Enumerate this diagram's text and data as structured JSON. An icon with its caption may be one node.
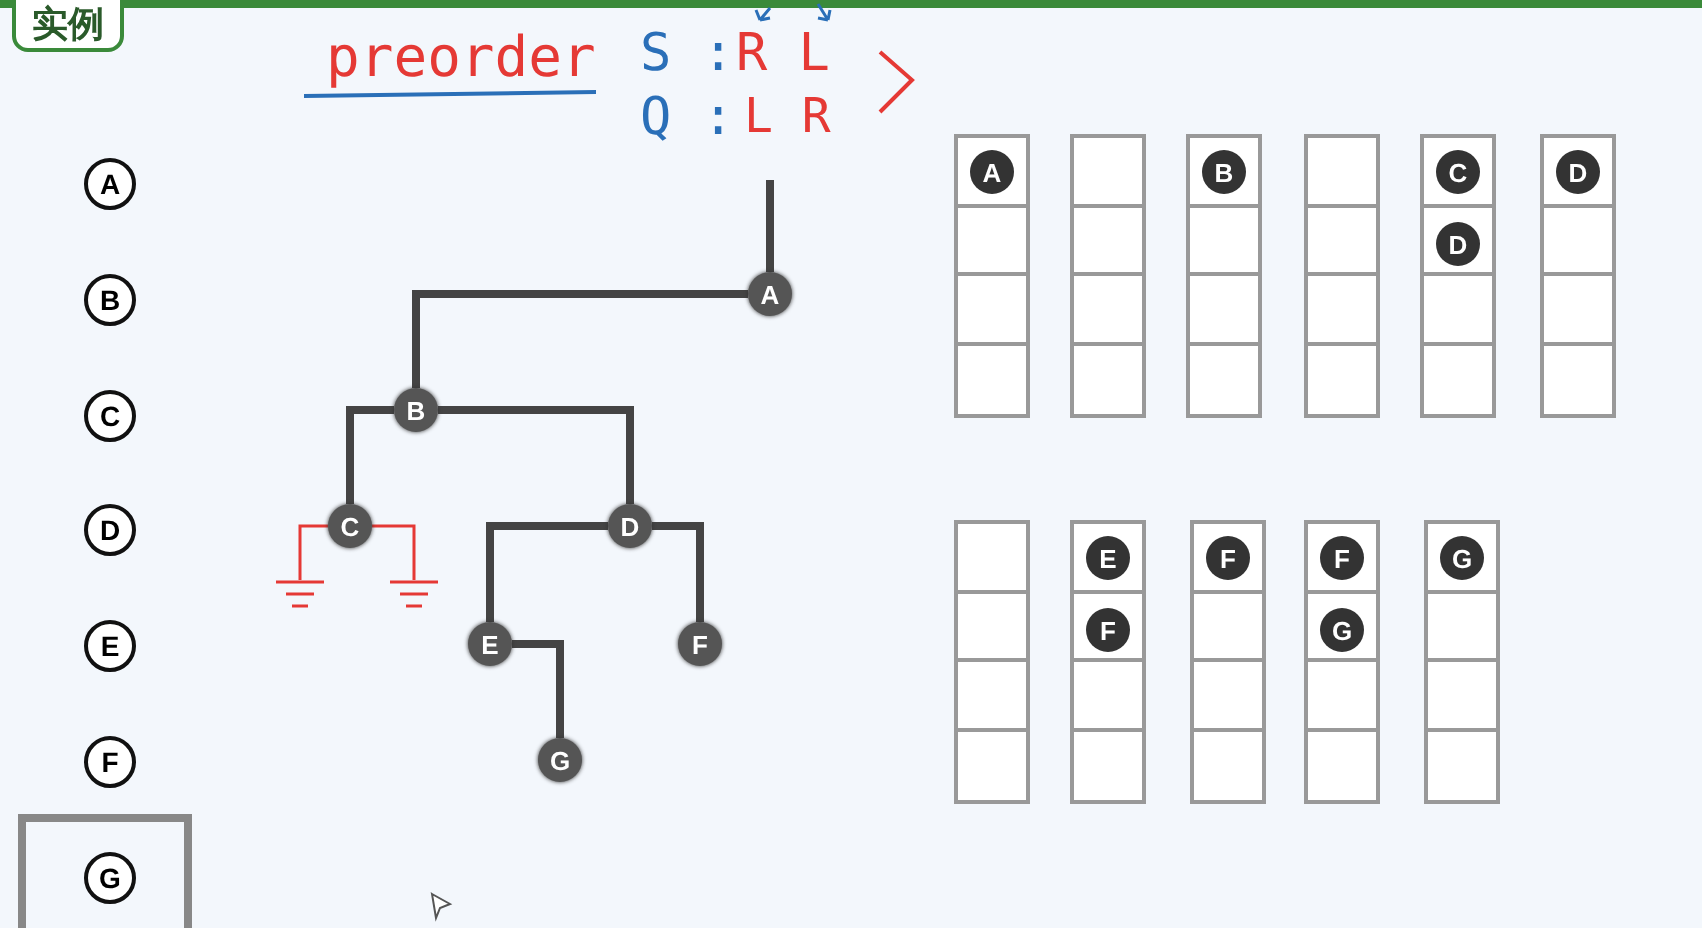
{
  "diagram": {
    "nodes": [
      {
        "text": [
          "A"
        ]
      },
      {
        "text": [
          "B"
        ]
      },
      {
        "text": [
          "C"
        ]
      },
      {
        "text": [
          "D"
        ]
      },
      {
        "text": [
          "E"
        ]
      },
      {
        "text": [
          "F"
        ]
      },
      {
        "text": [
          "G"
        ]
      },
      {
        "text": [],
        "shape": "ground"
      },
      {
        "text": [],
        "shape": "ground"
      },
      {
        "text": [],
        "shape": "bar"
      },
      {
        "text": [
          "A"
        ],
        "in": 9
      },
      {
        "text": [],
        "shape": "bar"
      },
      {
        "text": [],
        "shape": "bar"
      },
      {
        "text": [
          "B"
        ],
        "in": 12
      },
      {
        "text": [],
        "shape": "bar"
      },
      {
        "text": [],
        "shape": "bar"
      },
      {
        "text": [
          "C"
        ],
        "in": 15
      },
      {
        "text": [
          "D"
        ],
        "in": 15
      },
      {
        "text": [],
        "shape": "bar"
      },
      {
        "text": [
          "D"
        ],
        "in": 18
      },
      {
        "text": [],
        "shape": "bar"
      },
      {
        "text": [],
        "shape": "bar"
      },
      {
        "text": [
          "E"
        ],
        "in": 21
      },
      {
        "text": [
          "F"
        ],
        "in": 21
      },
      {
        "text": [],
        "shape": "bar"
      },
      {
        "text": [
          "F"
        ],
        "in": 24
      },
      {
        "text": [],
        "shape": "bar"
      },
      {
        "text": [
          "F"
        ],
        "in": 26
      },
      {
        "text": [
          "G"
        ],
        "in": 26
      },
      {
        "text": [],
        "shape": "bar"
      },
      {
        "text": [
          "G"
        ],
        "in": 29
      }
    ],
    "edges": [
      {
        "from": null,
        "to": 0,
        "arrow": "none"
      },
      {
        "from": 0,
        "to": 1,
        "arrow": "none"
      },
      {
        "from": 1,
        "to": 2,
        "arrow": "none"
      },
      {
        "from": 1,
        "to": 3,
        "arrow": "none"
      },
      {
        "from": 3,
        "to": 4,
        "arrow": "none"
      },
      {
        "from": 3,
        "to": 5,
        "arrow": "none"
      },
      {
        "from": 4,
        "to": 6,
        "arrow": "none"
      },
      {
        "from": 2,
        "to": 7,
        "arrow": "none",
        "color": "#e53935"
      },
      {
        "from": 2,
        "to": 8,
        "arrow": "none",
        "color": "#e53935"
      }
    ],
    "labels": [
      "实例",
      "preorder",
      "S :",
      "R L",
      "Q :",
      "L R",
      "A",
      "B",
      "C",
      "D",
      "E",
      "F",
      "G"
    ]
  }
}
